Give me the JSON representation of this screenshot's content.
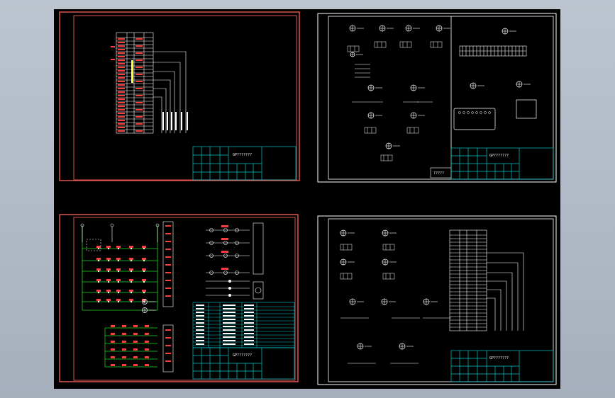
{
  "app": {
    "viewport_background": "#000000",
    "window_background": "#adb6c2"
  },
  "colors": {
    "sheet_border_red": "#d9534f",
    "sheet_border_white": "#ffffff",
    "title_block": "#00c8c8",
    "wire": "#ffffff",
    "bus": "#ff3b3b",
    "green_wire": "#22dd22",
    "magenta": "#ff40ff",
    "yellow": "#ffff33"
  },
  "sheets": [
    {
      "name": "sheet-top-left",
      "title_text": "GP???????",
      "border": "red"
    },
    {
      "name": "sheet-top-right",
      "title_text": "GP???????",
      "border": "white",
      "stamp_text": "?????"
    },
    {
      "name": "sheet-bottom-left",
      "title_text": "GP???????",
      "border": "red"
    },
    {
      "name": "sheet-bottom-right",
      "title_text": "GP???????",
      "border": "white"
    }
  ]
}
